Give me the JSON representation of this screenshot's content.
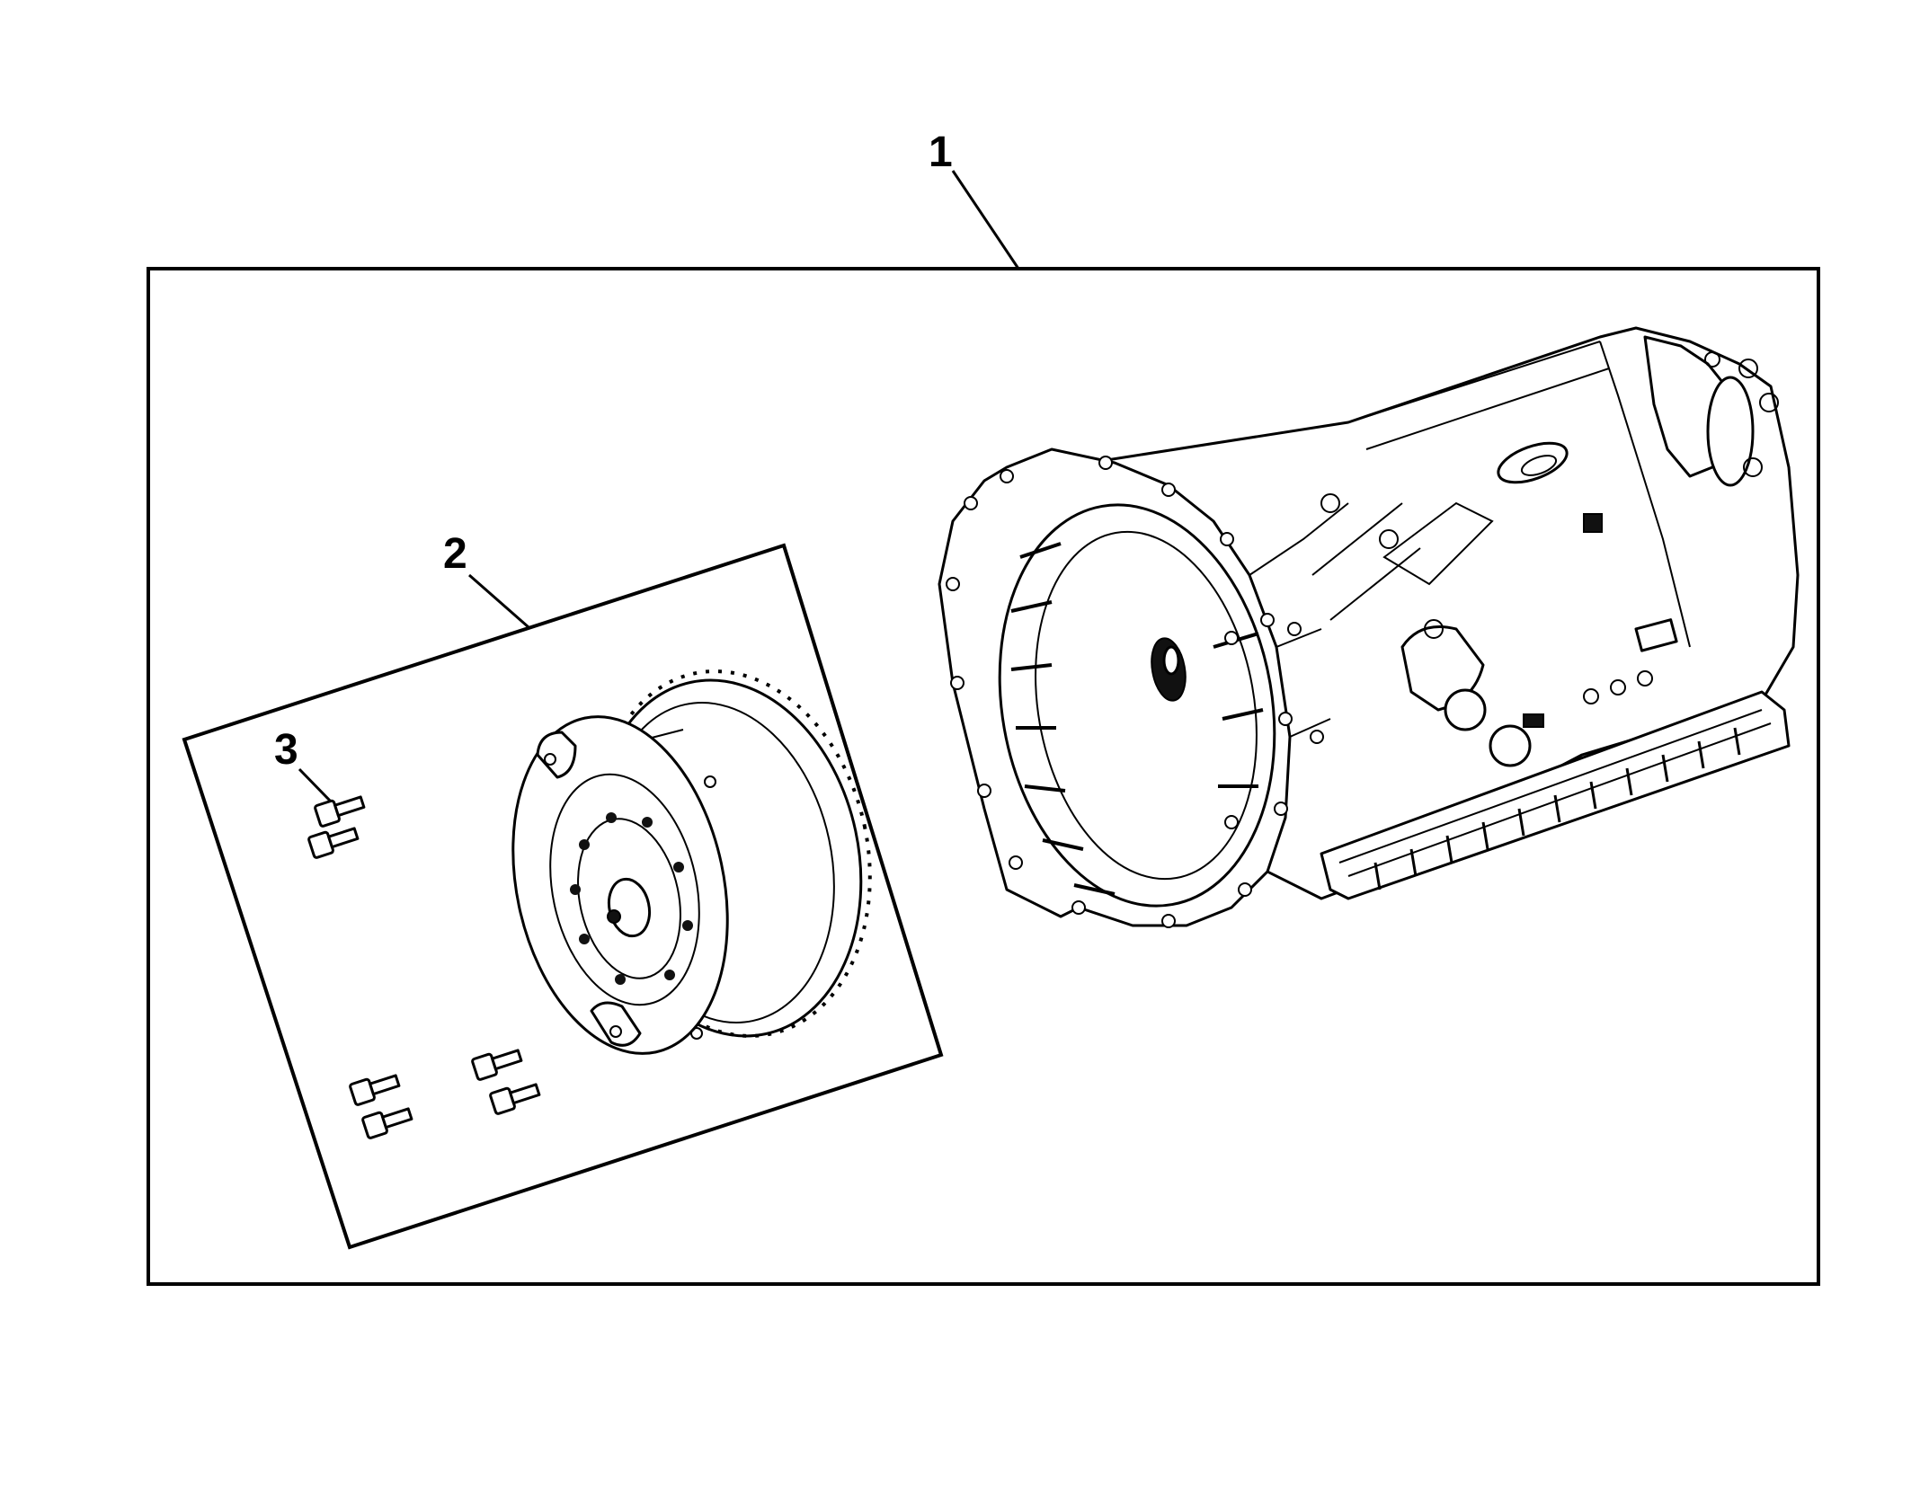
{
  "callouts": {
    "transmission": "1",
    "converter_kit": "2",
    "bolts": "3"
  }
}
